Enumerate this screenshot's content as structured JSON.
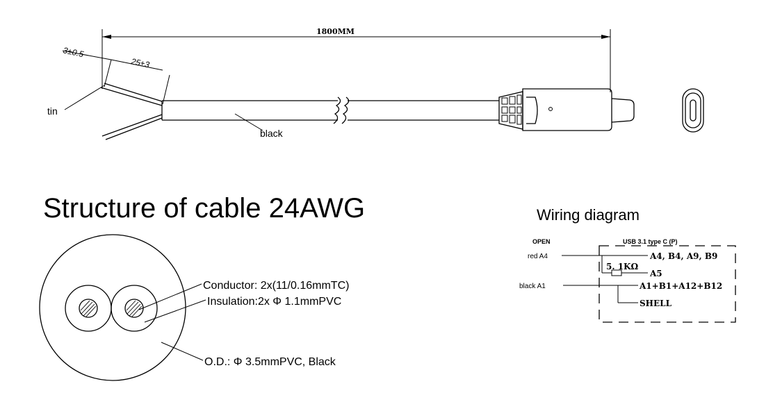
{
  "drawing": {
    "total_length": "1800MM",
    "strip_tol": "3±0.5",
    "jacket_strip": "25±3",
    "tin_label": "tin",
    "jacket_color_label": "black"
  },
  "structure": {
    "title": "Structure of cable 24AWG",
    "conductor": "Conductor: 2x(11/0.16mmTC)",
    "insulation": "Insulation:2x Φ 1.1mmPVC",
    "od": "O.D.: Φ 3.5mmPVC, Black"
  },
  "wiring": {
    "title": "Wiring diagram",
    "left_header": "OPEN",
    "right_header": "USB 3.1 type C (P)",
    "red_label": "red  A4",
    "black_label": "black A1",
    "pins_vbus": "A4, B4, A9, B9",
    "resistor": "5. 1KΩ",
    "pin_cc": "A5",
    "pins_gnd": "A1+B1+A12+B12",
    "shell": "SHELL"
  }
}
